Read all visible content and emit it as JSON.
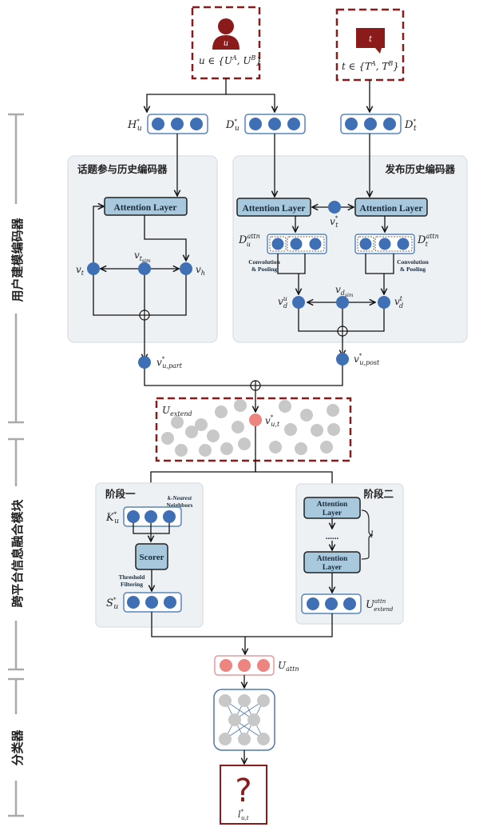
{
  "inputs": {
    "user": {
      "icon_letter": "u",
      "label": "u ∈ {U",
      "sup_a": "A",
      "mid": ", U",
      "sup_b": "B",
      "end": "}"
    },
    "topic": {
      "icon_letter": "t",
      "label": "t ∈ {T",
      "sup_a": "A",
      "mid": ", T",
      "sup_b": "B",
      "end": "}"
    }
  },
  "vectors": {
    "H_u": {
      "base": "H",
      "sub": "u",
      "sup": "*"
    },
    "D_u": {
      "base": "D",
      "sub": "u",
      "sup": "*"
    },
    "D_t": {
      "base": "D",
      "sub": "t",
      "sup": "*"
    }
  },
  "sections": {
    "user_encoder": "用户建模编码器",
    "cross_platform": "跨平台信息融合模块",
    "classifier": "分类器"
  },
  "topic_encoder": {
    "title": "话题参与历史编码器",
    "attention": "Attention Layer",
    "v_t": {
      "base": "v",
      "sub": "t"
    },
    "v_tsim": {
      "base": "v",
      "sub": "t",
      "subsub": "sim"
    },
    "v_h": {
      "base": "v",
      "sub": "h"
    },
    "output": {
      "base": "v",
      "sup": "*",
      "sub": "u,part"
    }
  },
  "post_encoder": {
    "title": "发布历史编码器",
    "attention_left": "Attention Layer",
    "attention_right": "Attention Layer",
    "v_t_star": {
      "base": "v",
      "sup": "*",
      "sub": "t"
    },
    "D_u_attn": {
      "base": "D",
      "sup": "attn",
      "sub": "u"
    },
    "D_t_attn": {
      "base": "D",
      "sup": "attn",
      "sub": "t"
    },
    "conv_left": [
      "Convolution",
      "& Pooling"
    ],
    "conv_right": [
      "Convolution",
      "& Pooling"
    ],
    "v_d_u": {
      "base": "v",
      "sup": "u",
      "sub": "d"
    },
    "v_dsim": {
      "base": "v",
      "sub": "d",
      "subsub": "sim"
    },
    "v_d_t": {
      "base": "v",
      "sup": "t",
      "sub": "d"
    },
    "output": {
      "base": "v",
      "sup": "*",
      "sub": "u,post"
    }
  },
  "extend": {
    "label": {
      "base": "U",
      "sub": "extend"
    },
    "center": {
      "base": "v",
      "sup": "*",
      "sub": "u,t"
    }
  },
  "stage1": {
    "title": "阶段一",
    "knn": [
      "k-Nearest",
      "Neighbors"
    ],
    "K_u": {
      "base": "K",
      "sup": "*",
      "sub": "u"
    },
    "scorer": "Scorer",
    "threshold": [
      "Threshold",
      "Filtering"
    ],
    "S_u": {
      "base": "S",
      "sup": "*",
      "sub": "u"
    }
  },
  "stage2": {
    "title": "阶段二",
    "attention_top": [
      "Attention",
      "Layer"
    ],
    "attention_bottom": [
      "Attention",
      "Layer"
    ],
    "dots": "......",
    "layers_symbol": "l",
    "U_attn_extend": {
      "base": "U",
      "sup": "attn",
      "sub": "extend"
    }
  },
  "merge": {
    "U_attn": {
      "base": "U",
      "sub": "attn"
    }
  },
  "output": {
    "symbol": "?",
    "label": {
      "base": "l",
      "sup": "*",
      "sub": "u,t"
    }
  },
  "colors": {
    "dark_red": "#8b1a1a",
    "blue_node": "#3f6fb5",
    "panel": "#edf1f4",
    "att_fill": "#a7c8dd",
    "gray_node": "#c8c8c8",
    "pink_node": "#ee8480"
  }
}
